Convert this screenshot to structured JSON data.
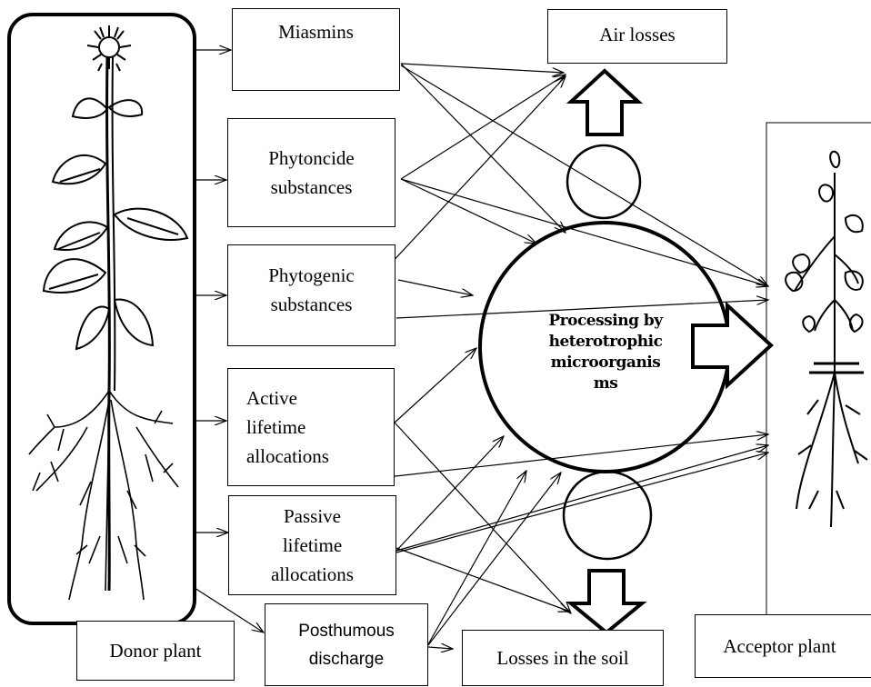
{
  "labels": {
    "miasmins": "Miasmins",
    "phytoncide": [
      "Phytoncide",
      "substances"
    ],
    "phytogenic": [
      "Phytogenic",
      "substances"
    ],
    "active": [
      "Active",
      "lifetime",
      "allocations"
    ],
    "passive": [
      "Passive",
      "lifetime",
      "allocations"
    ],
    "posthumous": [
      "Posthumous",
      "discharge"
    ],
    "air_losses": "Air losses",
    "soil_losses": "Losses in the soil",
    "donor": "Donor plant",
    "acceptor": "Acceptor plant",
    "processing": [
      "Processing by",
      "heterotrophic",
      "microorganis",
      "ms"
    ]
  }
}
